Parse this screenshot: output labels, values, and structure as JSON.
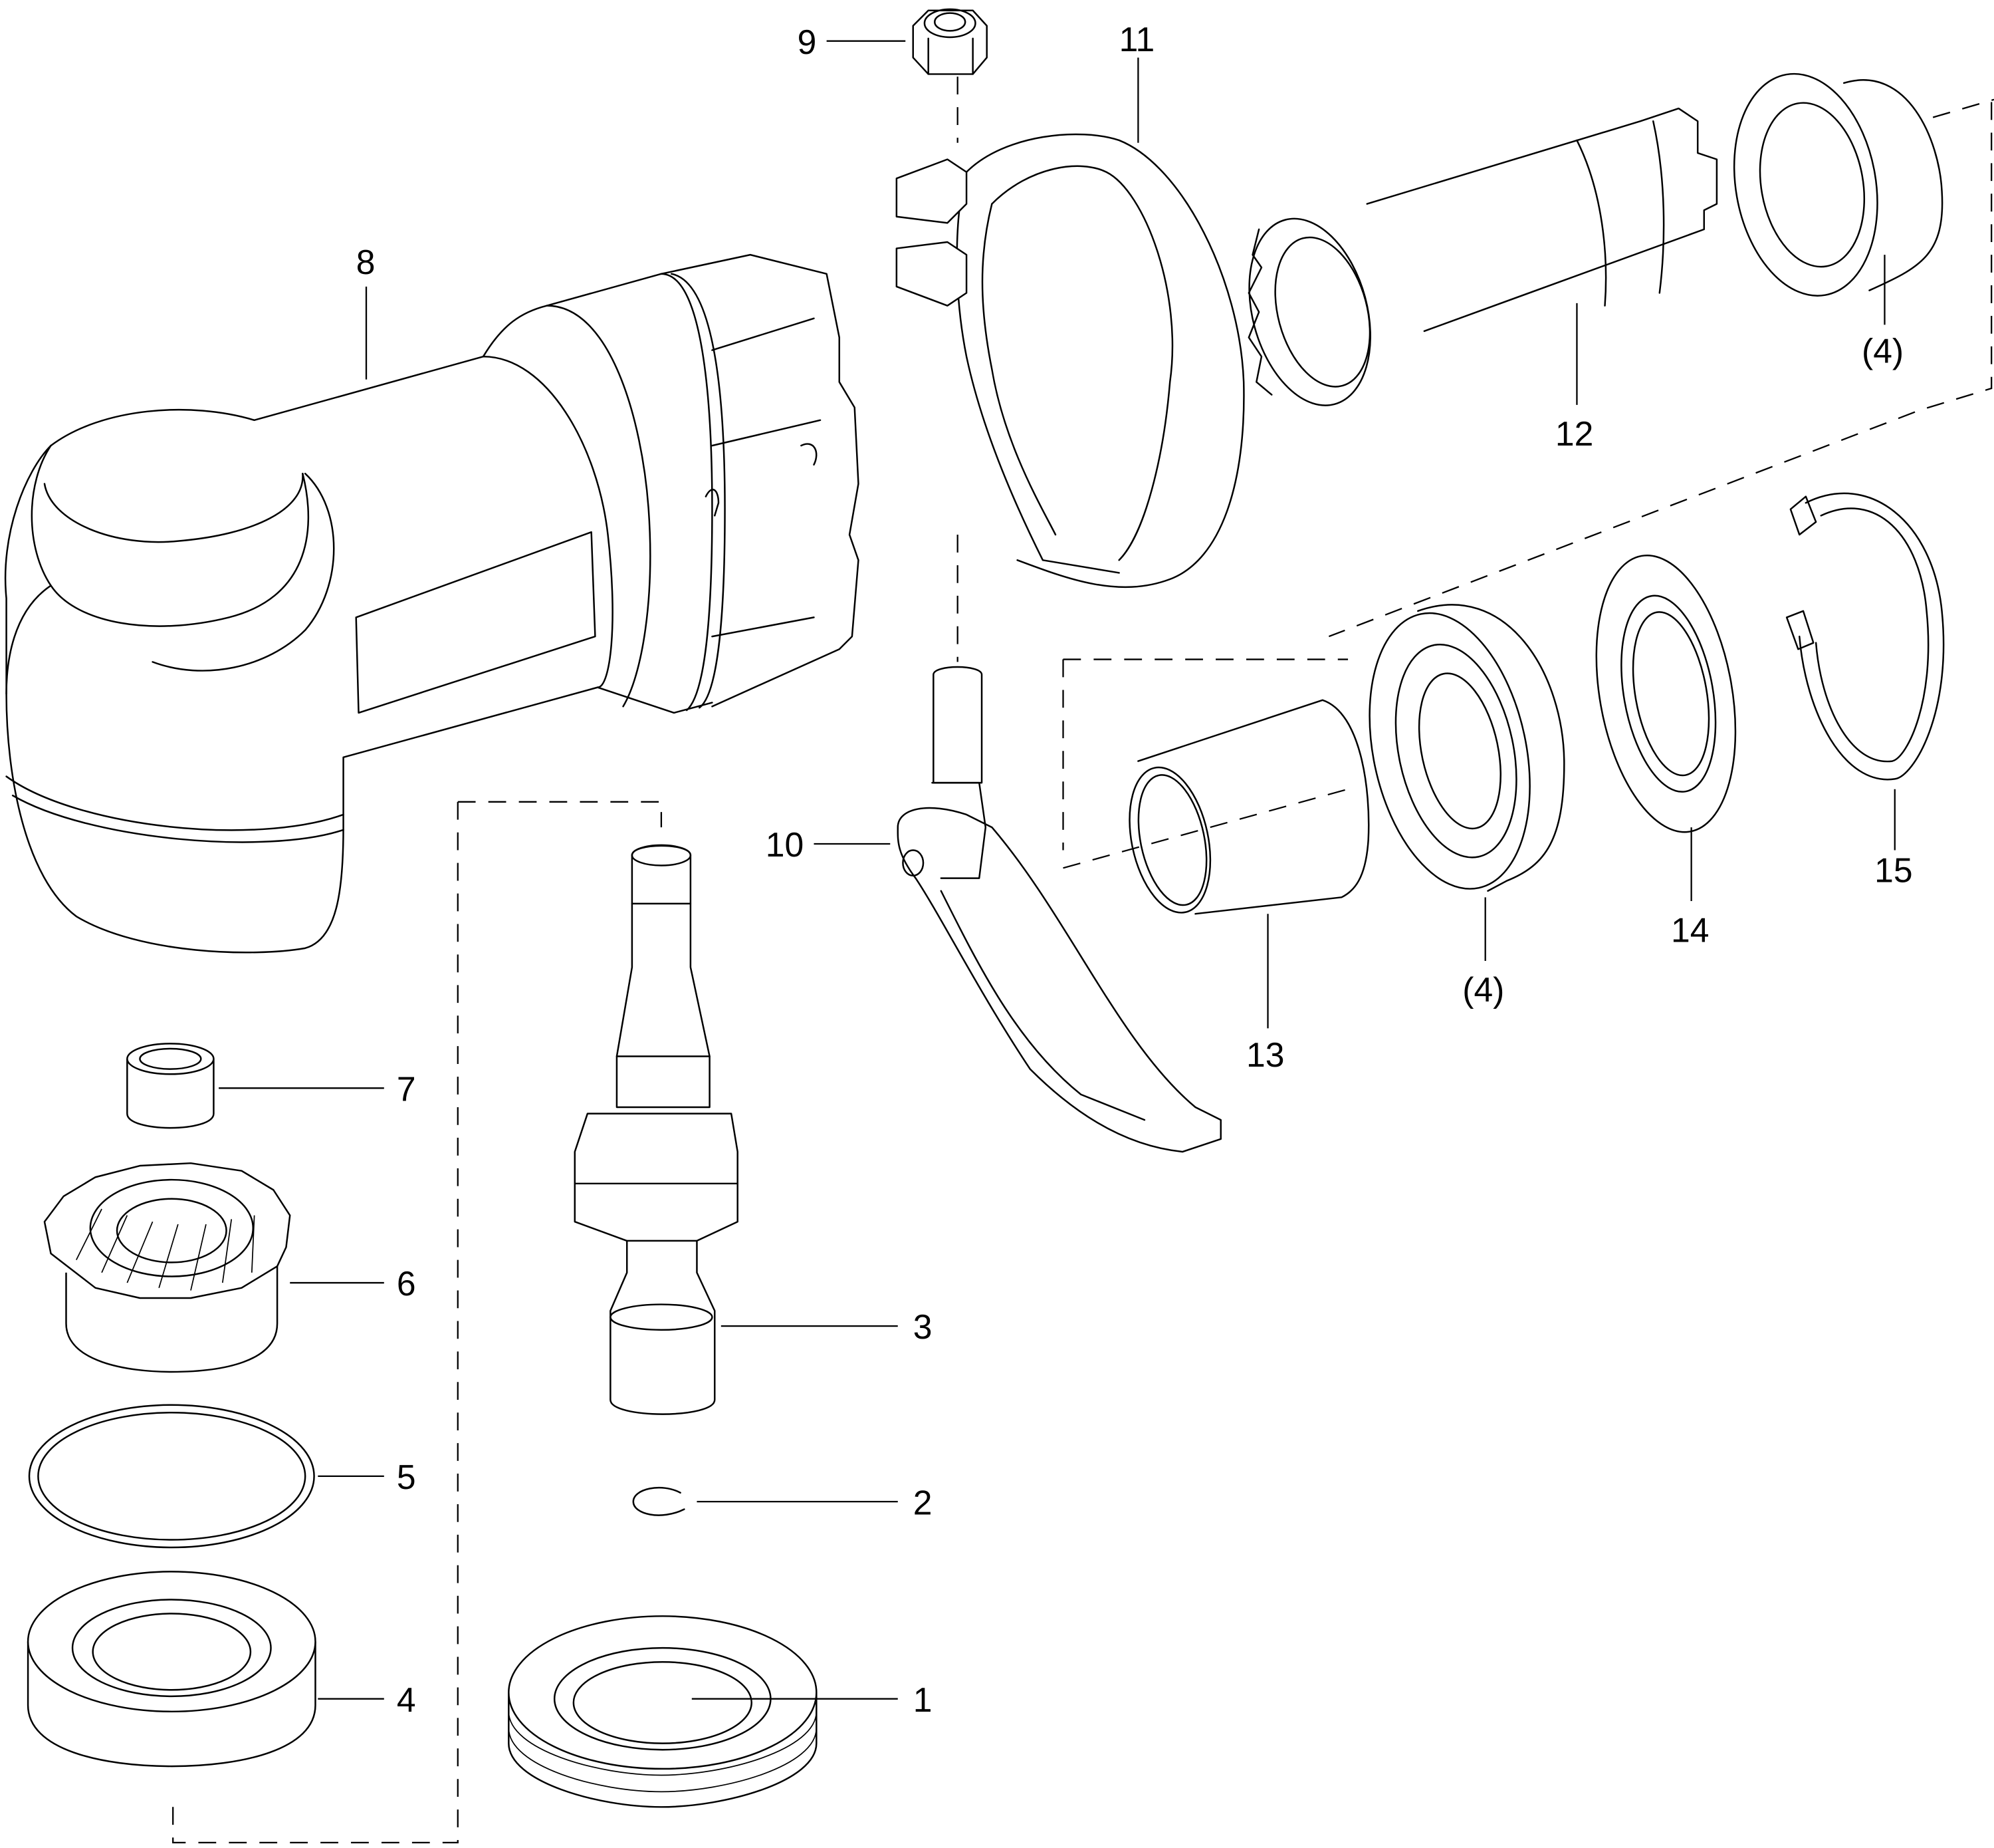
{
  "diagram": {
    "type": "exploded-parts-view",
    "callouts": [
      {
        "id": "1",
        "text": "1",
        "part": "threaded-retaining-ring"
      },
      {
        "id": "2",
        "text": "2",
        "part": "snap-ring"
      },
      {
        "id": "3",
        "text": "3",
        "part": "spindle"
      },
      {
        "id": "4",
        "text": "4",
        "part": "bearing"
      },
      {
        "id": "5",
        "text": "5",
        "part": "o-ring"
      },
      {
        "id": "6",
        "text": "6",
        "part": "bevel-gear"
      },
      {
        "id": "7",
        "text": "7",
        "part": "needle-bearing"
      },
      {
        "id": "8",
        "text": "8",
        "part": "angle-housing"
      },
      {
        "id": "9",
        "text": "9",
        "part": "lock-nut"
      },
      {
        "id": "10",
        "text": "10",
        "part": "lever"
      },
      {
        "id": "11",
        "text": "11",
        "part": "clamp-band"
      },
      {
        "id": "12",
        "text": "12",
        "part": "pinion-shaft"
      },
      {
        "id": "13",
        "text": "13",
        "part": "spacer-sleeve"
      },
      {
        "id": "14",
        "text": "14",
        "part": "shim-washer"
      },
      {
        "id": "15",
        "text": "15",
        "part": "internal-retaining-ring"
      }
    ],
    "repeat_refs": [
      {
        "id": "4a",
        "text": "(4)",
        "part": "bearing-upper"
      },
      {
        "id": "4b",
        "text": "(4)",
        "part": "bearing-lower"
      }
    ],
    "line_color": "#000000",
    "background": "#ffffff"
  }
}
